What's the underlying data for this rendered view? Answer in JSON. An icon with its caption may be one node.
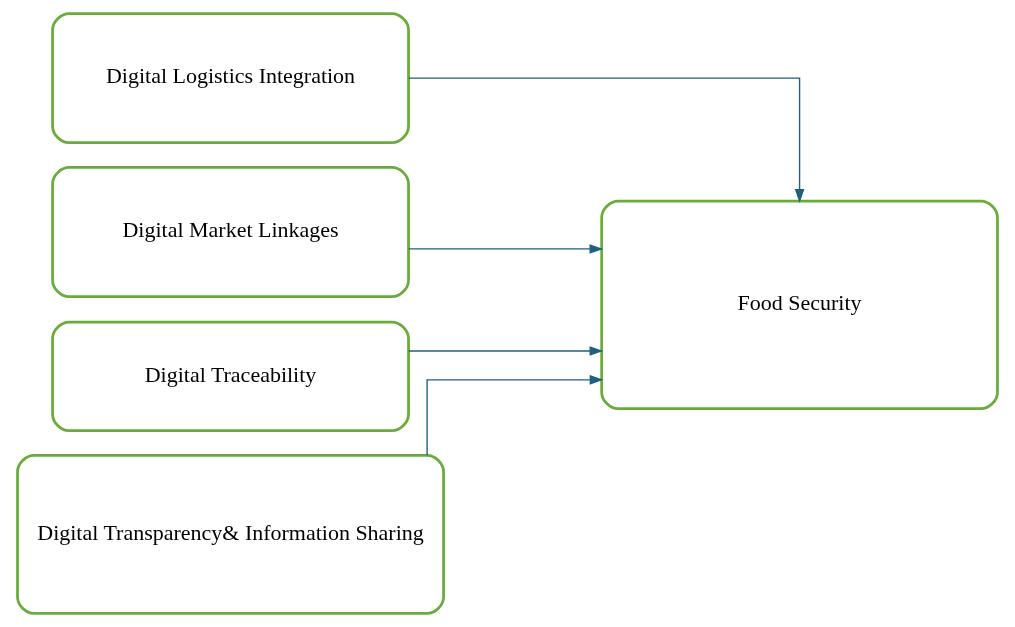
{
  "diagram": {
    "nodes": [
      {
        "text": [
          "Digital Logistics Integration"
        ]
      },
      {
        "text": [
          "Digital Market Linkages"
        ]
      },
      {
        "text": [
          "Digital Traceability"
        ]
      },
      {
        "text": [
          "Digital Transparency& Information Sharing"
        ]
      },
      {
        "text": [
          "Food Security"
        ]
      }
    ],
    "edges": [
      {
        "from": 0,
        "to": 4,
        "arrow": "to"
      },
      {
        "from": 1,
        "to": 4,
        "arrow": "to"
      },
      {
        "from": 2,
        "to": 4,
        "arrow": "to"
      },
      {
        "from": 3,
        "to": 4,
        "arrow": "to"
      }
    ]
  }
}
